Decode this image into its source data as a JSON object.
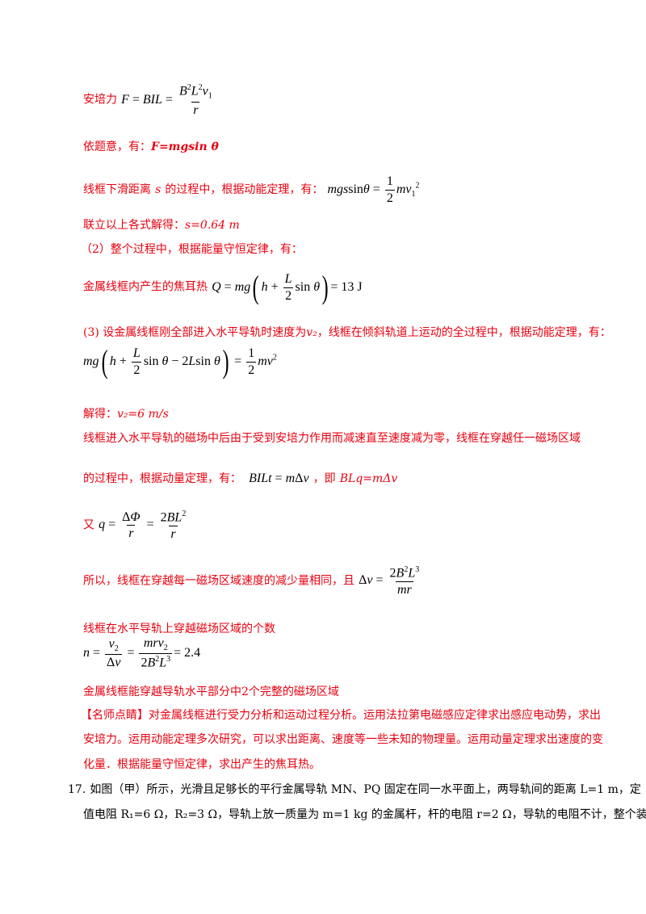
{
  "lines": {
    "l1_prefix": "安培力",
    "l2_text": "依题意，有：",
    "l2_eq": "F=mgsin θ",
    "l3_text": "线框下滑距离",
    "l3_s": "s",
    "l3_text2": "的过程中，根据动能定理，有：",
    "l4_text": "联立以上各式解得：",
    "l4_eq": "s=0.64 m",
    "l5_text": "（2）整个过程中，根据能量守恒定律，有：",
    "l6_text": "金属线框内产生的焦耳热",
    "l6_result": "= 13 J",
    "l7_text": "(3) 设金属线框刚全部进入水平导轨时速度为",
    "l7_v": "v₂",
    "l7_text2": "，线框在倾斜轨道上运动的全过程中，根据动能定理，有：",
    "l9_text": "解得：",
    "l9_eq": "v₂=6 m/s",
    "l10_text": "线框进入水平导轨的磁场中后由于受到安培力作用而减速直至速度减为零，线框在穿越任一磁场区域",
    "l11_text": "的过程中，根据动量定理，有：",
    "l11_text2": "，即",
    "l11_eq": "BLq=mΔv",
    "l12_prefix": "又",
    "l13_text": "所以，线框在穿越每一磁场区域速度的减少量相同，且",
    "l14_text": "线框在水平导轨上穿越磁场区域的个数",
    "l15_result": "= 2.4",
    "l16_text": "金属线框能穿越导轨水平部分中2个完整的磁场区域",
    "tip_label": "【名师点睛】",
    "tip_text1": "对金属线框进行受力分析和运动过程分析。运用法拉第电磁感应定律求出感应电动势，求出",
    "tip_text2": "安培力。运用动能定理多次研究，可以求出距离、速度等一些未知的物理量。运用动量定理求出速度的变",
    "tip_text3": "化量．根据能量守恒定律，求出产生的焦耳热。",
    "q17_num": "17.",
    "q17_text1": "如图（甲）所示，光滑且足够长的平行金属导轨 MN、PQ 固定在同一水平面上，两导轨间的距离 L=1 m，定",
    "q17_text2": "值电阻 R₁=6 Ω，R₂=3 Ω，导轨上放一质量为 m=1 kg 的金属杆，杆的电阻 r=2 Ω，导轨的电阻不计，整个装"
  }
}
